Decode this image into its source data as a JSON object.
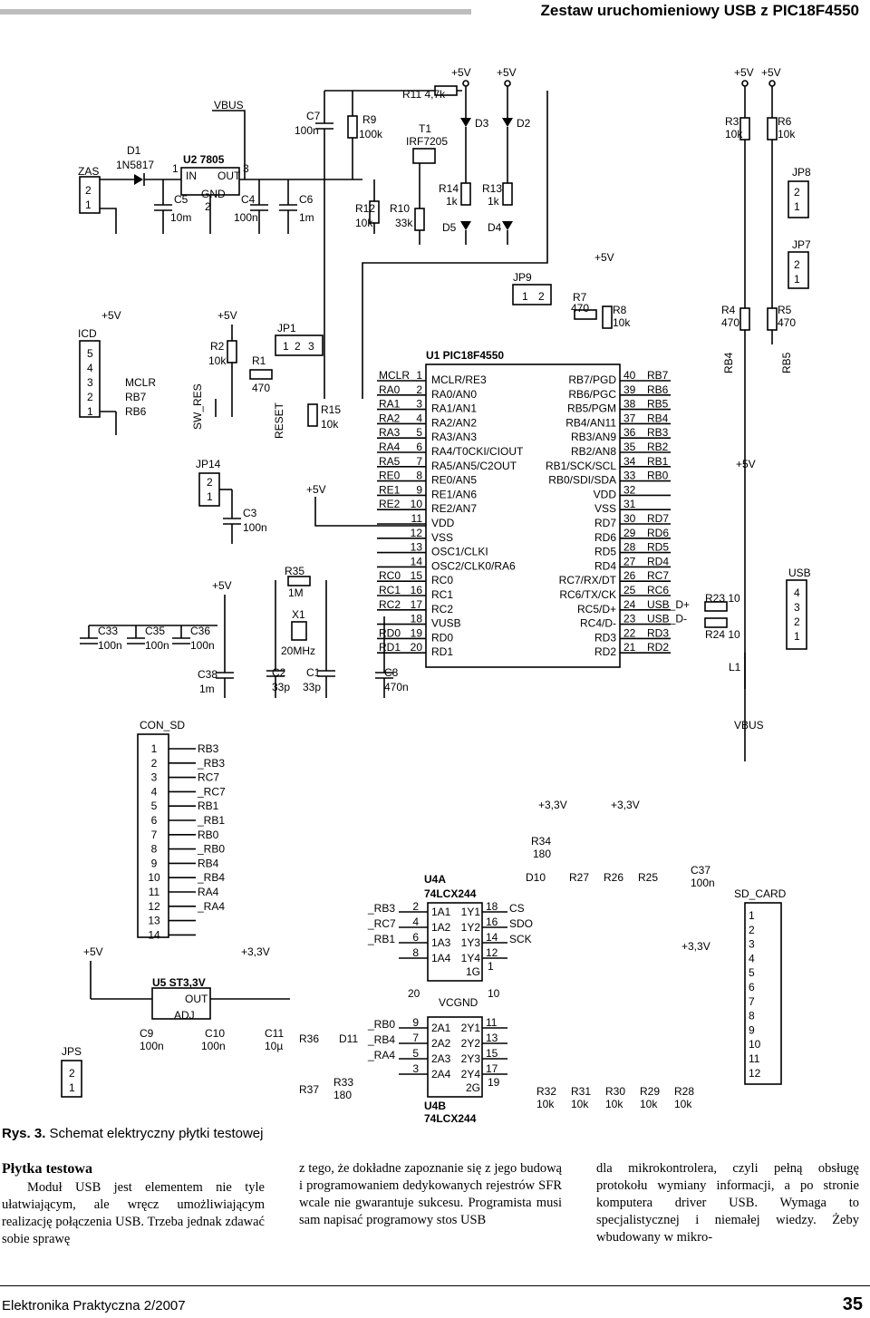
{
  "header": {
    "title": "Zestaw uruchomieniowy USB z PIC18F4550"
  },
  "schematic": {
    "top": {
      "zas": "ZAS",
      "d1": "D1",
      "d1_part": "1N5817",
      "u2": "U2  7805",
      "in": "IN",
      "out": "OUT",
      "gnd": "GND",
      "vbus": "VBUS",
      "c5": "C5",
      "c5v": "10m",
      "c4": "C4",
      "c4v": "100n",
      "c6": "C6",
      "c6v": "1m",
      "c7": "C7",
      "c7v": "100n",
      "r9": "R9",
      "r9v": "100k",
      "r12": "R12",
      "r12v": "10k",
      "r11": "R11 4,7k",
      "t1": "T1",
      "t1_part": "IRF7205",
      "r10": "R10",
      "r10v": "33k",
      "plus5": "+5V",
      "d3": "D3",
      "d2": "D2",
      "r14": "R14",
      "r14v": "1k",
      "r13": "R13",
      "r13v": "1k",
      "d5": "D5",
      "d4": "D4",
      "r3": "R3",
      "r3v": "10k",
      "r6": "R6",
      "r6v": "10k",
      "jp8": "JP8",
      "jp7": "JP7",
      "p1": "1",
      "p2": "2",
      "p3": "3"
    },
    "mid": {
      "icd": "ICD",
      "mclr": "MCLR",
      "rb7": "RB7",
      "rb6": "RB6",
      "r2": "R2",
      "r2v": "10k",
      "swres": "SW_RES",
      "r1": "R1",
      "r1v": "470",
      "jp1": "JP1",
      "reset": "RESET",
      "r15": "R15",
      "r15v": "10k",
      "jp14": "JP14",
      "c3": "C3",
      "c3v": "100n",
      "jp9": "JP9",
      "r7": "R7",
      "r7v": "470",
      "r8": "R8",
      "r8v": "10k",
      "r4": "R4",
      "r4v": "470",
      "r5": "R5",
      "r5v": "470",
      "rb4": "RB4",
      "rb5": "RB5",
      "r35": "R35",
      "r35v": "1M",
      "x1": "X1",
      "x1v": "20MHz",
      "c33": "C33",
      "c35": "C35",
      "c36": "C36",
      "c100n": "100n",
      "c38": "C38",
      "c38v": "1m",
      "c2": "C2",
      "c2v": "33p",
      "c1": "C1",
      "c1v": "33p",
      "c8": "C8",
      "c8v": "470n",
      "usb": "USB",
      "r23": "R23 10",
      "r24": "R24 10",
      "l1": "L1",
      "usbdp": "USB_D+",
      "usbdm": "USB_D-"
    },
    "u1": {
      "title": "U1  PIC18F4550",
      "left_nets": [
        "MCLR",
        "RA0",
        "RA1",
        "RA2",
        "RA3",
        "RA4",
        "RA5",
        "RE0",
        "RE1",
        "RE2",
        "",
        "",
        "",
        "",
        "RC0",
        "RC1",
        "RC2",
        "",
        "RD0",
        "RD1"
      ],
      "left_pins": [
        "1",
        "2",
        "3",
        "4",
        "5",
        "6",
        "7",
        "8",
        "9",
        "10",
        "11",
        "12",
        "13",
        "14",
        "15",
        "16",
        "17",
        "18",
        "19",
        "20"
      ],
      "left_funcs": [
        "MCLR/RE3",
        "RA0/AN0",
        "RA1/AN1",
        "RA2/AN2",
        "RA3/AN3",
        "RA4/T0CKI/CIOUT",
        "RA5/AN5/C2OUT",
        "RE0/AN5",
        "RE1/AN6",
        "RE2/AN7",
        "VDD",
        "VSS",
        "OSC1/CLKI",
        "OSC2/CLK0/RA6",
        "RC0",
        "RC1",
        "RC2",
        "VUSB",
        "RD0",
        "RD1"
      ],
      "right_funcs": [
        "RB7/PGD",
        "RB6/PGC",
        "RB5/PGM",
        "RB4/AN11",
        "RB3/AN9",
        "RB2/AN8",
        "RB1/SCK/SCL",
        "RB0/SDI/SDA",
        "VDD",
        "VSS",
        "RD7",
        "RD6",
        "RD5",
        "RD4",
        "RC7/RX/DT",
        "RC6/TX/CK",
        "RC5/D+",
        "RC4/D-",
        "RD3",
        "RD2"
      ],
      "right_pins": [
        "40",
        "39",
        "38",
        "37",
        "36",
        "35",
        "34",
        "33",
        "32",
        "31",
        "30",
        "29",
        "28",
        "27",
        "26",
        "25",
        "24",
        "23",
        "22",
        "21"
      ],
      "right_nets": [
        "RB7",
        "RB6",
        "RB5",
        "RB4",
        "RB3",
        "RB2",
        "RB1",
        "RB0",
        "",
        "",
        "RD7",
        "RD6",
        "RD5",
        "RD4",
        "RC7",
        "RC6",
        "USB_D+",
        "USB_D-",
        "RD3",
        "RD2"
      ]
    },
    "bottom": {
      "con_sd": "CON_SD",
      "con_pins": [
        "1",
        "2",
        "3",
        "4",
        "5",
        "6",
        "7",
        "8",
        "9",
        "10",
        "11",
        "12",
        "13",
        "14"
      ],
      "con_nets": [
        "RB3",
        "_RB3",
        "RC7",
        "_RC7",
        "RB1",
        "_RB1",
        "RB0",
        "_RB0",
        "RB4",
        "_RB4",
        "RA4",
        "_RA4",
        "",
        ""
      ],
      "vbus": "VBUS",
      "plus33": "+3,3V",
      "jps": "JPS",
      "u5": "U5  ST3,3V",
      "adj": "ADJ",
      "c9": "C9",
      "c10": "C10",
      "c11": "C11",
      "c11v": "10µ",
      "r36": "R36",
      "d11": "D11",
      "r37": "R37",
      "r33": "R33",
      "r33v": "180",
      "u4a": "U4A",
      "u4a_part": "74LCX244",
      "u4b": "U4B",
      "u4b_part": "74LCX244",
      "vcgnd": "VCGND",
      "a_in_nets": [
        "_RB3",
        "_RC7",
        "_RB1",
        ""
      ],
      "a_in_pins": [
        "2",
        "4",
        "6",
        "8"
      ],
      "a_in_names": [
        "1A1",
        "1A2",
        "1A3",
        "1A4"
      ],
      "a_out_names": [
        "1Y1",
        "1Y2",
        "1Y3",
        "1Y4"
      ],
      "a_out_pins": [
        "18",
        "16",
        "14",
        "12"
      ],
      "a_out_nets": [
        "CS",
        "SDO",
        "SCK",
        ""
      ],
      "b_in_nets": [
        "_RB0",
        "_RB4",
        "_RA4",
        ""
      ],
      "b_in_pins": [
        "9",
        "7",
        "5",
        "3"
      ],
      "b_in_names": [
        "2A1",
        "2A2",
        "2A3",
        "2A4"
      ],
      "b_out_names": [
        "2Y1",
        "2Y2",
        "2Y3",
        "2Y4"
      ],
      "b_out_pins": [
        "11",
        "13",
        "15",
        "17"
      ],
      "g1": "1G",
      "g2": "2G",
      "pin20": "20",
      "pin10": "10",
      "pin1": "1",
      "pin19": "19",
      "r34": "R34",
      "r34v": "180",
      "d10": "D10",
      "r27": "R27",
      "r26": "R26",
      "r25": "R25",
      "c37": "C37",
      "c37v": "100n",
      "sd_card": "SD_CARD",
      "sd_pins": [
        "1",
        "2",
        "3",
        "4",
        "5",
        "6",
        "7",
        "8",
        "9",
        "10",
        "11",
        "12"
      ],
      "bot_res": [
        "R32",
        "R31",
        "R30",
        "R29",
        "R28"
      ],
      "bot_resv": "10k"
    }
  },
  "caption": {
    "label": "Rys. 3.",
    "text": "Schemat elektryczny płytki testowej"
  },
  "article": {
    "heading": "Płytka testowa",
    "col1": "Moduł USB jest elementem nie tyle ułatwiającym, ale wręcz umożliwiającym realizację połączenia USB. Trzeba jednak zdawać sobie sprawę",
    "col2": "z tego, że dokładne zapoznanie się z jego budową i programowaniem dedykowanych rejestrów SFR wcale nie gwarantuje sukcesu. Programista musi sam napisać programowy stos USB",
    "col3": "dla mikrokontrolera, czyli pełną obsługę protokołu wymiany informacji, a po stronie komputera driver USB. Wymaga to specjalistycznej i niemałej wiedzy. Żeby wbudowany w mikro-"
  },
  "footer": {
    "magazine": "Elektronika Praktyczna 2/2007",
    "page": "35"
  }
}
